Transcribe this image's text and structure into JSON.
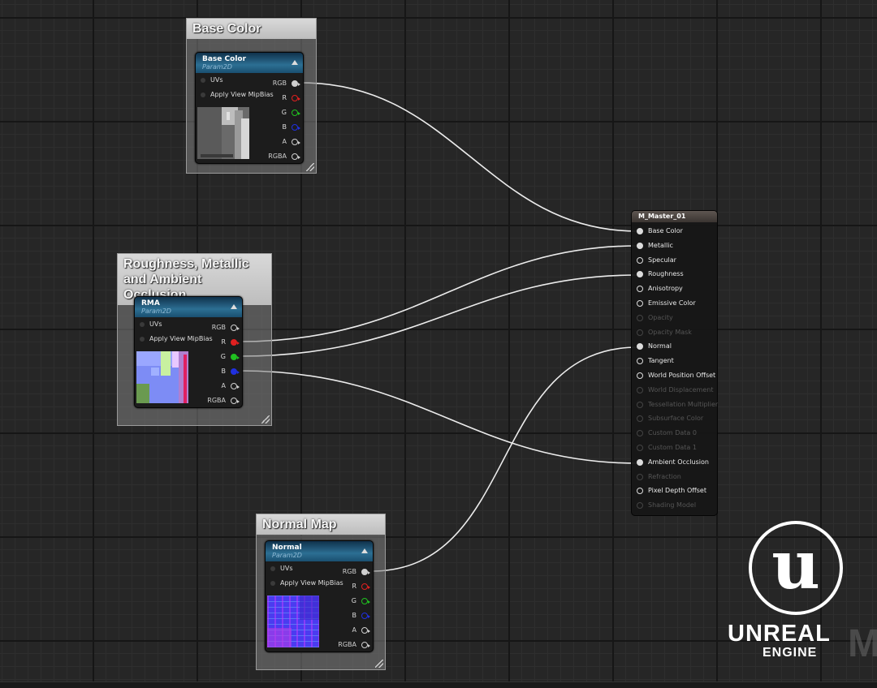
{
  "comments": [
    {
      "id": "base",
      "title": "Base Color"
    },
    {
      "id": "rma",
      "title": "Roughness, Metallic\nand Ambient Occlusion"
    },
    {
      "id": "normal",
      "title": "Normal Map"
    }
  ],
  "texture_nodes": [
    {
      "name": "Base Color",
      "type": "Param2D",
      "inputs": [
        "UVs",
        "Apply View MipBias"
      ],
      "outputs": [
        "RGB",
        "R",
        "G",
        "B",
        "A",
        "RGBA"
      ]
    },
    {
      "name": "RMA",
      "type": "Param2D",
      "inputs": [
        "UVs",
        "Apply View MipBias"
      ],
      "outputs": [
        "RGB",
        "R",
        "G",
        "B",
        "A",
        "RGBA"
      ]
    },
    {
      "name": "Normal",
      "type": "Param2D",
      "inputs": [
        "UVs",
        "Apply View MipBias"
      ],
      "outputs": [
        "RGB",
        "R",
        "G",
        "B",
        "A",
        "RGBA"
      ]
    }
  ],
  "pin_colors": {
    "R": "#e02020",
    "G": "#20c020",
    "B": "#2030e0"
  },
  "material": {
    "name": "M_Master_01",
    "pins": [
      {
        "label": "Base Color",
        "enabled": true,
        "connected": true
      },
      {
        "label": "Metallic",
        "enabled": true,
        "connected": true
      },
      {
        "label": "Specular",
        "enabled": true,
        "connected": false
      },
      {
        "label": "Roughness",
        "enabled": true,
        "connected": true
      },
      {
        "label": "Anisotropy",
        "enabled": true,
        "connected": false
      },
      {
        "label": "Emissive Color",
        "enabled": true,
        "connected": false
      },
      {
        "label": "Opacity",
        "enabled": false,
        "connected": false
      },
      {
        "label": "Opacity Mask",
        "enabled": false,
        "connected": false
      },
      {
        "label": "Normal",
        "enabled": true,
        "connected": true
      },
      {
        "label": "Tangent",
        "enabled": true,
        "connected": false
      },
      {
        "label": "World Position Offset",
        "enabled": true,
        "connected": false
      },
      {
        "label": "World Displacement",
        "enabled": false,
        "connected": false
      },
      {
        "label": "Tessellation Multiplier",
        "enabled": false,
        "connected": false
      },
      {
        "label": "Subsurface Color",
        "enabled": false,
        "connected": false
      },
      {
        "label": "Custom Data 0",
        "enabled": false,
        "connected": false
      },
      {
        "label": "Custom Data 1",
        "enabled": false,
        "connected": false
      },
      {
        "label": "Ambient Occlusion",
        "enabled": true,
        "connected": true
      },
      {
        "label": "Refraction",
        "enabled": false,
        "connected": false
      },
      {
        "label": "Pixel Depth Offset",
        "enabled": true,
        "connected": false
      },
      {
        "label": "Shading Model",
        "enabled": false,
        "connected": false
      }
    ]
  },
  "logo": {
    "word1": "UNREAL",
    "word2": "ENGINE",
    "ghost": "M"
  }
}
